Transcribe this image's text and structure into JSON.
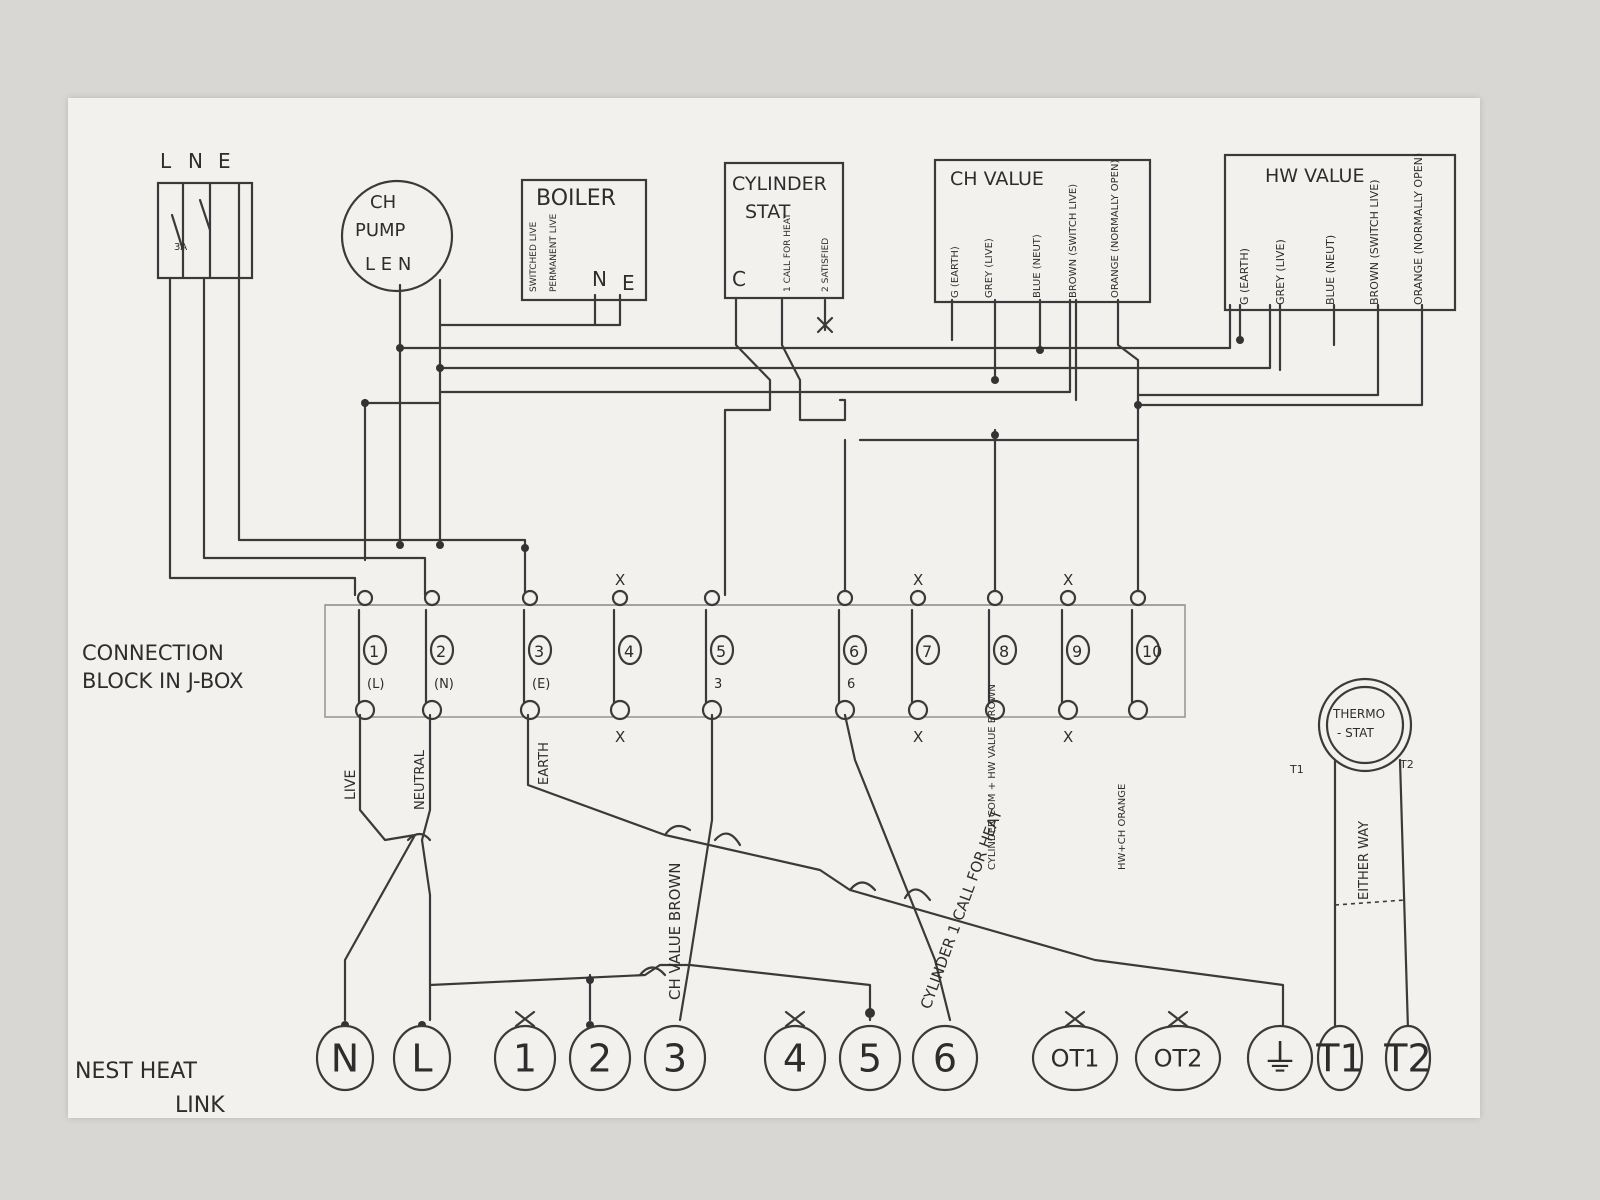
{
  "supply": {
    "labels": [
      "L",
      "N",
      "E"
    ],
    "fuse": "3A"
  },
  "pump": {
    "title_1": "CH",
    "title_2": "PUMP",
    "terminals": "L  E  N"
  },
  "boiler": {
    "title": "BOILER",
    "pins": [
      "SWITCHED LIVE",
      "PERMANENT LIVE",
      "N",
      "E"
    ]
  },
  "cylinder_stat": {
    "title_1": "CYLINDER",
    "title_2": "STAT",
    "pins": [
      "C",
      "1 CALL FOR HEAT",
      "2 SATISFIED"
    ]
  },
  "ch_valve": {
    "title": "CH VALUE",
    "pins": [
      "G (EARTH)",
      "GREY (LIVE)",
      "BLUE (NEUT)",
      "BROWN (SWITCH LIVE)",
      "ORANGE (NORMALLY OPEN)"
    ]
  },
  "hw_valve": {
    "title": "HW VALUE",
    "pins": [
      "G (EARTH)",
      "GREY (LIVE)",
      "BLUE (NEUT)",
      "BROWN (SWITCH LIVE)",
      "ORANGE (NORMALLY OPEN)"
    ]
  },
  "connection_block": {
    "label_1": "CONNECTION",
    "label_2": "BLOCK IN J-BOX",
    "terminals": [
      {
        "num": "1",
        "sub": "(L)"
      },
      {
        "num": "2",
        "sub": "(N)"
      },
      {
        "num": "3",
        "sub": "(E)"
      },
      {
        "num": "4",
        "sub": ""
      },
      {
        "num": "5",
        "sub": "3"
      },
      {
        "num": "6",
        "sub": "6"
      },
      {
        "num": "7",
        "sub": ""
      },
      {
        "num": "8",
        "sub": ""
      },
      {
        "num": "9",
        "sub": ""
      },
      {
        "num": "10",
        "sub": ""
      }
    ],
    "unused_mark": "X"
  },
  "wire_labels": {
    "live": "LIVE",
    "neutral": "NEUTRAL",
    "earth": "EARTH",
    "ch_valve_brown": "CH VALUE BROWN",
    "cylinder_call": "CYLINDER 1 CALL FOR HEAT",
    "cyl_common": "CYLINDER COM + HW VALUE BROWN",
    "hw_ch_orange": "HW+CH ORANGE",
    "either_way": "EITHER WAY"
  },
  "thermostat": {
    "title_1": "THERMO",
    "title_2": "- STAT",
    "t1": "T1",
    "t2": "T2"
  },
  "nest": {
    "label_1": "NEST HEAT",
    "label_2": "LINK",
    "terminals": [
      "N",
      "L",
      "1",
      "2",
      "3",
      "4",
      "5",
      "6",
      "OT1",
      "OT2",
      "⏚",
      "T1",
      "T2"
    ]
  }
}
